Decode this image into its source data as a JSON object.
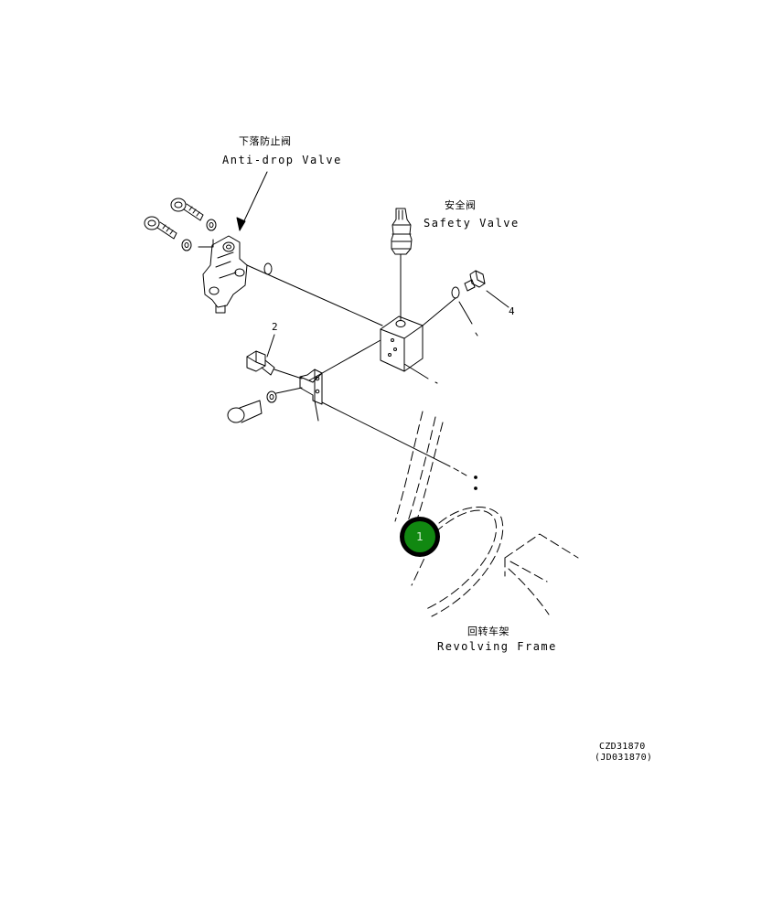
{
  "labels": {
    "anti_drop_cn": "下落防止阀",
    "anti_drop_en": "Anti-drop Valve",
    "safety_cn": "安全阀",
    "safety_en": "Safety Valve",
    "frame_cn": "回转车架",
    "frame_en": "Revolving Frame",
    "part_2": "2",
    "part_4": "4",
    "code_1": "CZD31870",
    "code_2": "(JD031870)"
  },
  "marker": {
    "label": "1",
    "color": "#118811"
  }
}
